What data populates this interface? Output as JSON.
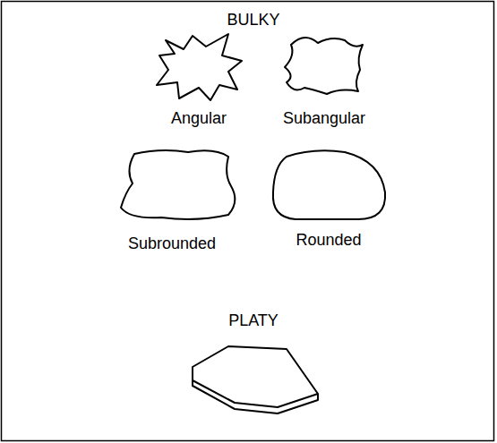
{
  "diagram": {
    "labels": [
      "BULKY",
      "Angular",
      "Subangular",
      "Subrounded",
      "Rounded",
      "PLATY"
    ]
  }
}
